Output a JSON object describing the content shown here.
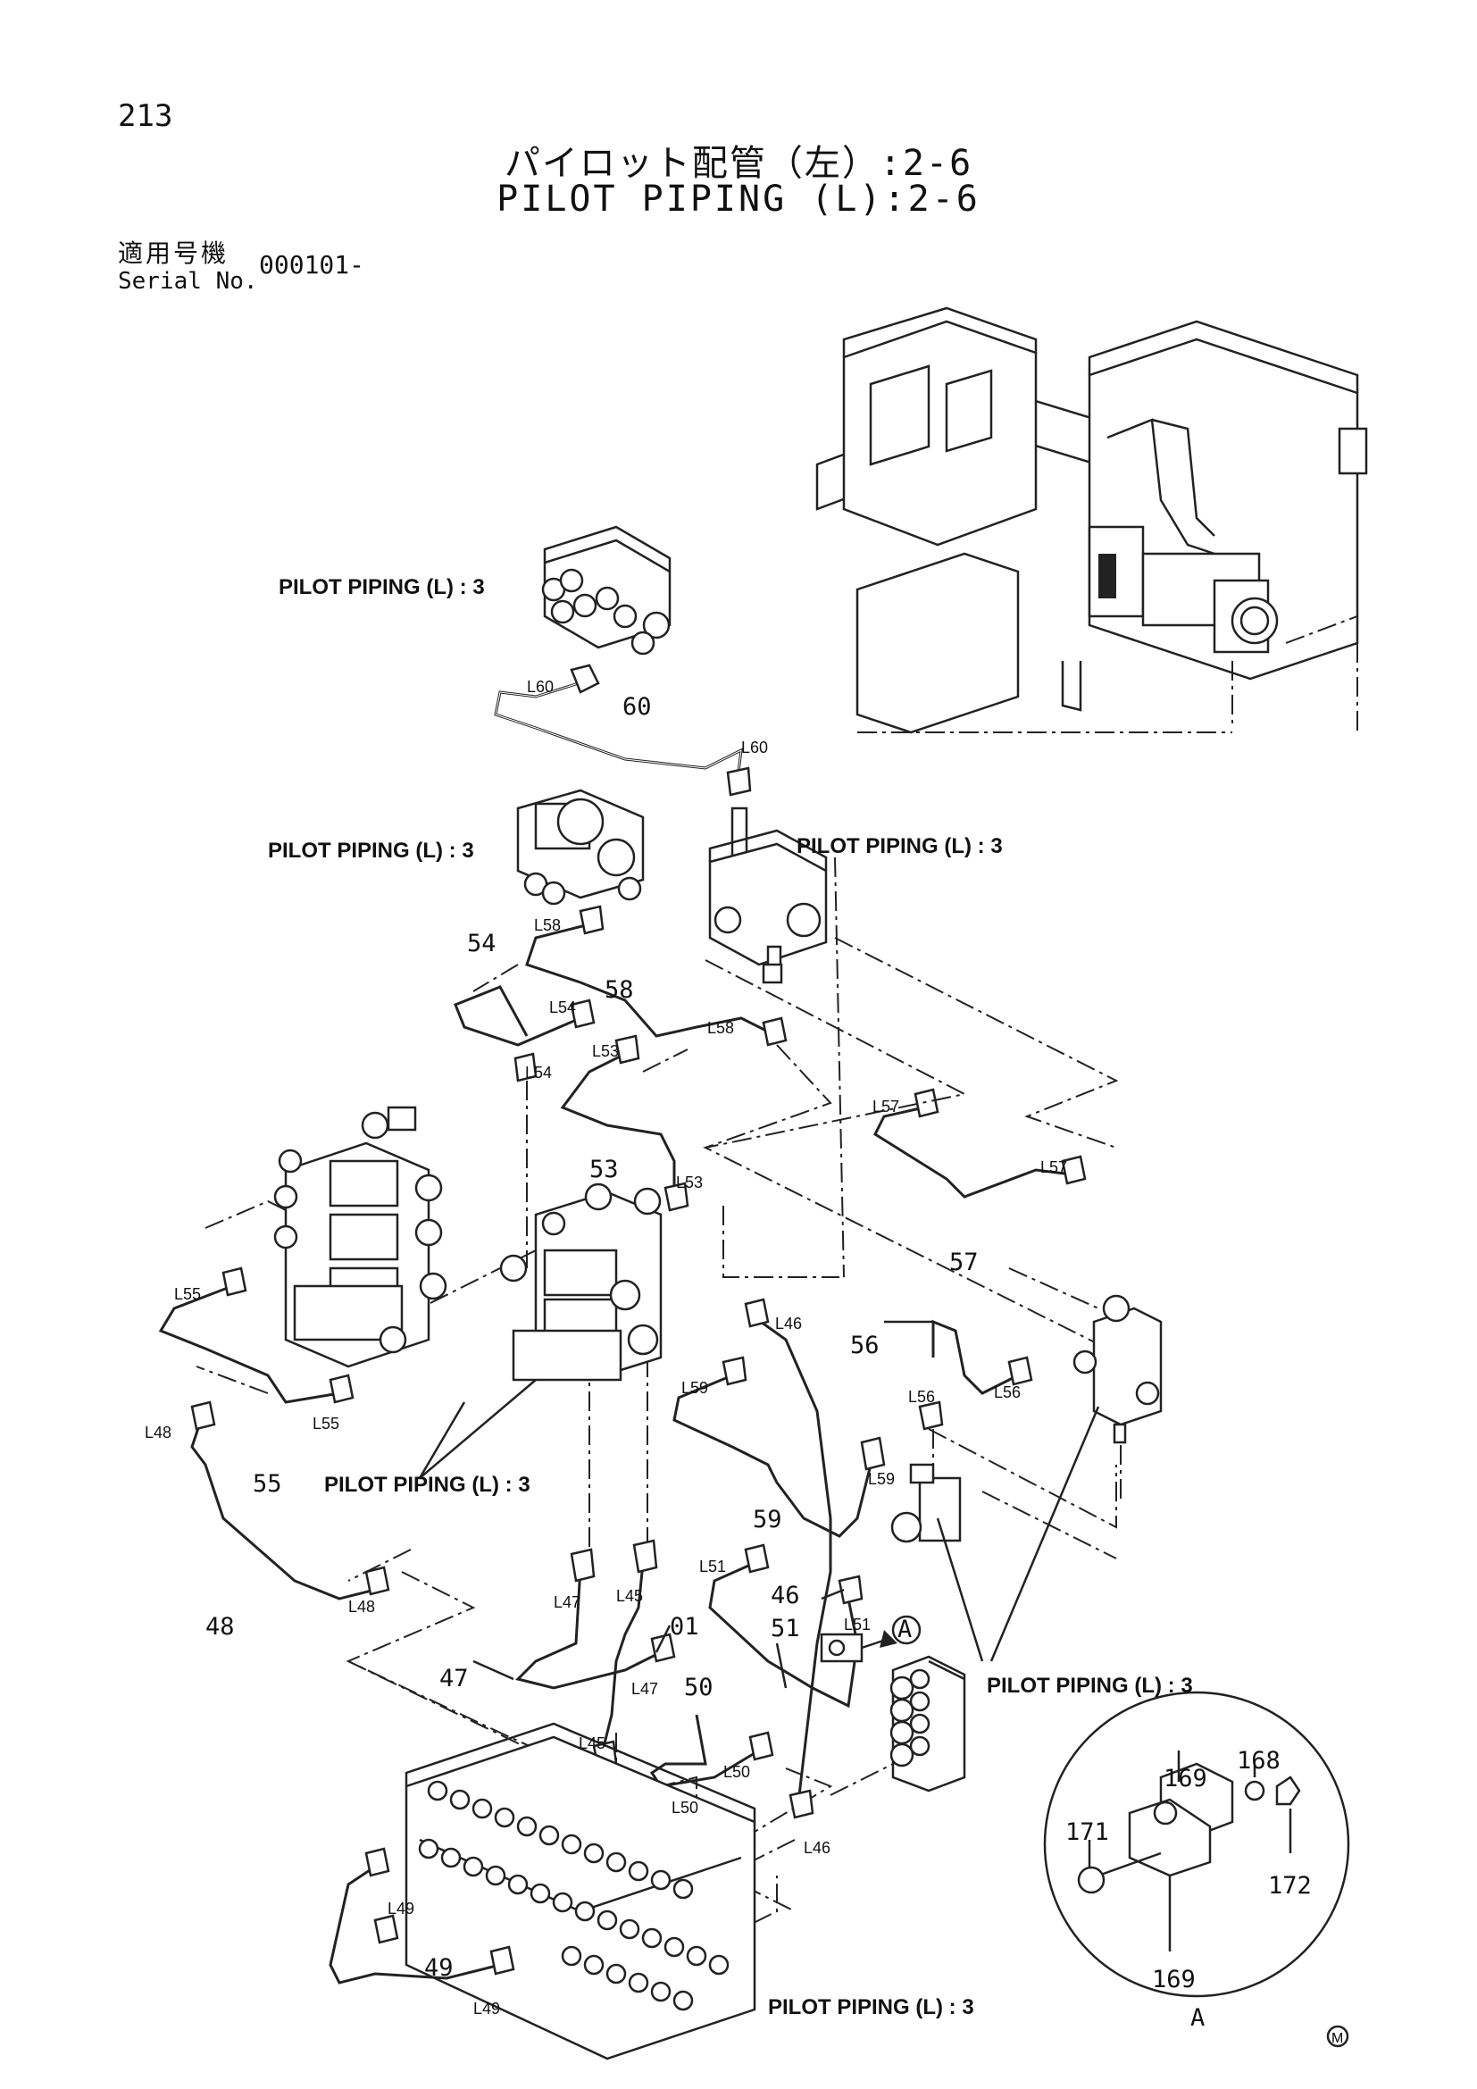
{
  "header": {
    "page_number": "213",
    "title_jp": "パイロット配管（左）:2-6",
    "title_en": "PILOT PIPING (L):2-6",
    "serial_label_jp": "適用号機",
    "serial_label_en": "Serial No.",
    "serial_value": "000101-"
  },
  "callouts": {
    "ref_upper_left": "PILOT PIPING (L) : 3",
    "ref_mid_left": "PILOT PIPING (L) : 3",
    "ref_mid_right": "PILOT PIPING (L) : 3",
    "ref_lower_left": "PILOT PIPING (L) : 3",
    "ref_lower_right": "PILOT PIPING (L) : 3",
    "ref_bottom": "PILOT PIPING (L) : 3"
  },
  "part_numbers": {
    "p60": "60",
    "p54": "54",
    "p58": "58",
    "p53": "53",
    "p57": "57",
    "p56": "56",
    "p55": "55",
    "p59": "59",
    "p48": "48",
    "p46": "46",
    "p51": "51",
    "p01": "01",
    "p47": "47",
    "p50": "50",
    "p49": "49"
  },
  "line_labels": {
    "l60a": "L60",
    "l60b": "L60",
    "l58a": "L58",
    "l58b": "L58",
    "l54a": "L54",
    "l54b": "L54",
    "l53a": "L53",
    "l53b": "L53",
    "l57a": "L57",
    "l57b": "L57",
    "l55a": "L55",
    "l55b": "L55",
    "l48a": "L48",
    "l48b": "L48",
    "l46a": "L46",
    "l46b": "L46",
    "l56a": "L56",
    "l56b": "L56",
    "l59a": "L59",
    "l59b": "L59",
    "l51a": "L51",
    "l51b": "L51",
    "l47a": "L47",
    "l47b": "L47",
    "l45a": "L45",
    "l45b": "L45",
    "l50a": "L50",
    "l50b": "L50",
    "l49a": "L49",
    "l49b": "L49"
  },
  "detail": {
    "marker": "A",
    "caption": "A",
    "parts": {
      "p168": "168",
      "p169a": "169",
      "p169b": "169",
      "p171": "171",
      "p172": "172"
    }
  },
  "footer": {
    "mark": "M"
  }
}
